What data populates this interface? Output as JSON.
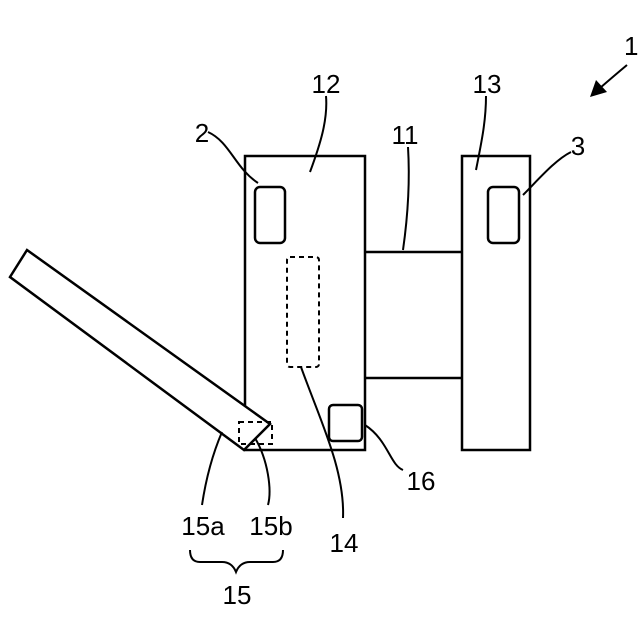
{
  "labels": {
    "device": "1",
    "sensor_left": "2",
    "sensor_right": "3",
    "connector": "11",
    "body_left": "12",
    "body_right": "13",
    "inner_module": "14",
    "arm_assembly": "15",
    "arm_part_a": "15a",
    "arm_part_b": "15b",
    "component": "16"
  },
  "colors": {
    "line": "#000000",
    "background": "#ffffff"
  }
}
